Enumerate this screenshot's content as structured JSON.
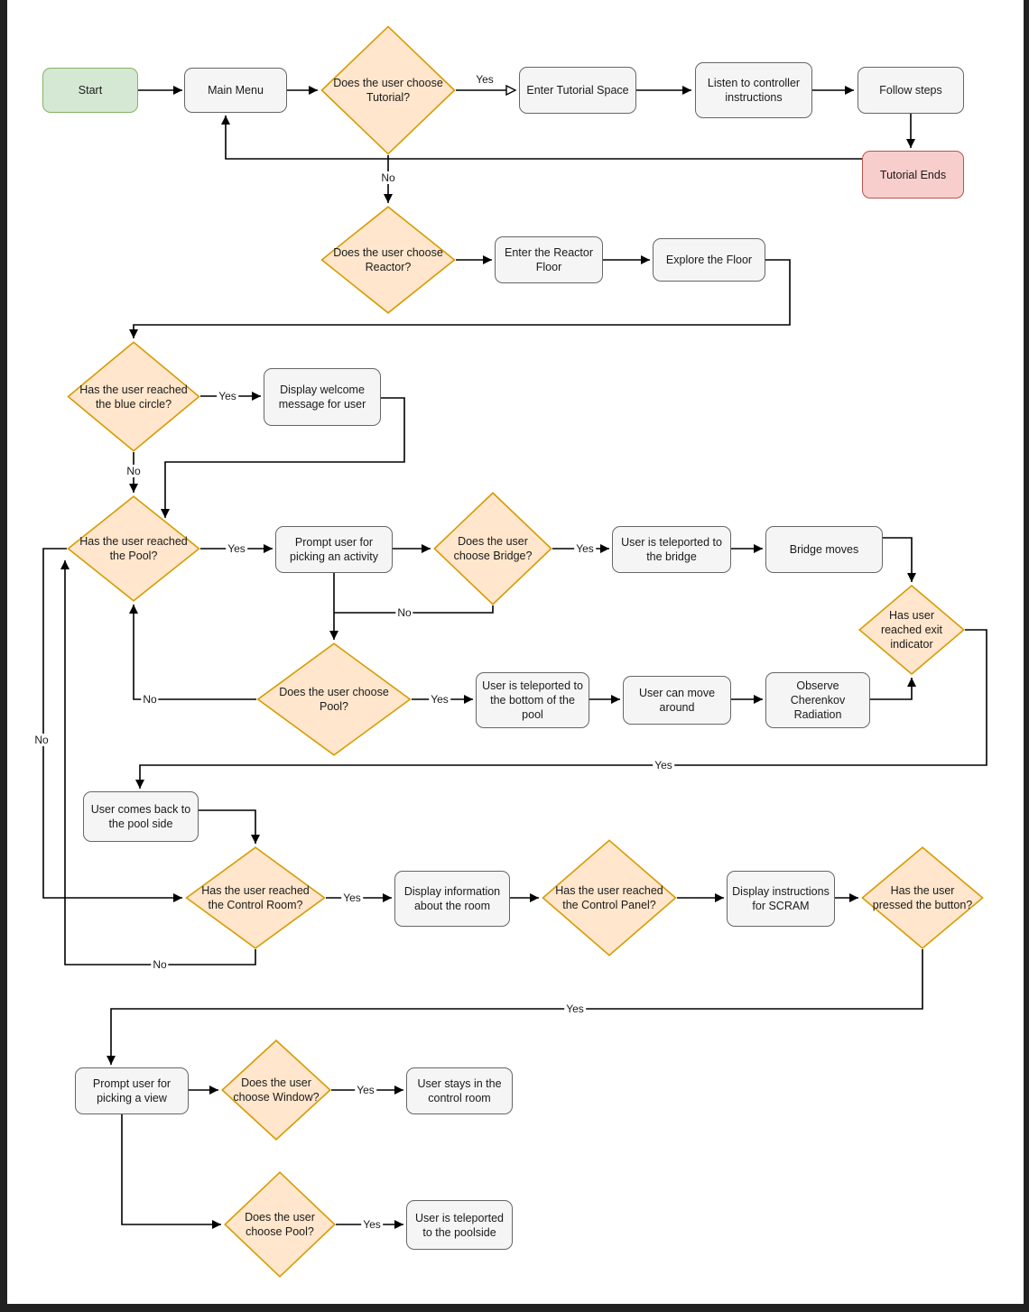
{
  "diagram": {
    "type": "flowchart",
    "description": "VR nuclear reactor experience user flow"
  },
  "colors": {
    "frame_background": "#212121",
    "canvas_background": "#ffffff",
    "decision_fill": "#FFE6CC",
    "decision_border": "#D79B00",
    "process_fill": "#F5F5F5",
    "process_border": "#666666",
    "start_fill": "#D5E8D4",
    "start_border": "#82B366",
    "terminator_fill": "#F8CECC",
    "terminator_border": "#B85450",
    "edge_color": "#000000"
  },
  "nodes": {
    "start": {
      "type": "start",
      "label": "Start"
    },
    "main_menu": {
      "type": "process",
      "label": "Main Menu"
    },
    "tutorial_q": {
      "type": "decision",
      "label": "Does the user choose Tutorial?"
    },
    "enter_tutorial": {
      "type": "process",
      "label": "Enter Tutorial Space"
    },
    "listen_controller": {
      "type": "process",
      "label": "Listen to controller instructions"
    },
    "follow_steps": {
      "type": "process",
      "label": "Follow steps"
    },
    "tutorial_ends": {
      "type": "terminator",
      "label": "Tutorial Ends"
    },
    "reactor_q": {
      "type": "decision",
      "label": "Does the user choose Reactor?"
    },
    "enter_reactor": {
      "type": "process",
      "label": "Enter the Reactor Floor"
    },
    "explore_floor": {
      "type": "process",
      "label": "Explore the Floor"
    },
    "blue_circle_q": {
      "type": "decision",
      "label": "Has the user reached the blue circle?"
    },
    "display_welcome": {
      "type": "process",
      "label": "Display welcome message for user"
    },
    "pool_reach_q": {
      "type": "decision",
      "label": "Has the user reached the Pool?"
    },
    "prompt_activity": {
      "type": "process",
      "label": "Prompt user for picking an activity"
    },
    "bridge_q": {
      "type": "decision",
      "label": "Does the user choose Bridge?"
    },
    "teleport_bridge": {
      "type": "process",
      "label": "User is teleported to the bridge"
    },
    "bridge_moves": {
      "type": "process",
      "label": "Bridge moves"
    },
    "exit_q": {
      "type": "decision",
      "label": "Has user reached exit indicator"
    },
    "pool_choice_q": {
      "type": "decision",
      "label": "Does the user choose Pool?"
    },
    "teleport_pool_bottom": {
      "type": "process",
      "label": "User is teleported to the bottom of the pool"
    },
    "move_around": {
      "type": "process",
      "label": "User can move around"
    },
    "observe_cherenkov": {
      "type": "process",
      "label": "Observe Cherenkov Radiation"
    },
    "comes_back": {
      "type": "process",
      "label": "User comes back to the pool side"
    },
    "control_room_q": {
      "type": "decision",
      "label": "Has the user reached the Control Room?"
    },
    "display_info_room": {
      "type": "process",
      "label": "Display information about the room"
    },
    "control_panel_q": {
      "type": "decision",
      "label": "Has the user reached the Control Panel?"
    },
    "display_scram": {
      "type": "process",
      "label": "Display instructions for SCRAM"
    },
    "pressed_q": {
      "type": "decision",
      "label": "Has the user pressed the button?"
    },
    "prompt_view": {
      "type": "process",
      "label": "Prompt user for picking a view"
    },
    "window_q": {
      "type": "decision",
      "label": "Does the user choose Window?"
    },
    "stays_control": {
      "type": "process",
      "label": "User stays in the control room"
    },
    "pool_view_q": {
      "type": "decision",
      "label": "Does the user choose Pool?"
    },
    "teleport_poolside": {
      "type": "process",
      "label": "User is teleported to the poolside"
    }
  },
  "edges": [
    {
      "from": "start",
      "to": "main_menu",
      "label": ""
    },
    {
      "from": "main_menu",
      "to": "tutorial_q",
      "label": ""
    },
    {
      "from": "tutorial_q",
      "to": "enter_tutorial",
      "label": "Yes"
    },
    {
      "from": "enter_tutorial",
      "to": "listen_controller",
      "label": ""
    },
    {
      "from": "listen_controller",
      "to": "follow_steps",
      "label": ""
    },
    {
      "from": "follow_steps",
      "to": "tutorial_ends",
      "label": ""
    },
    {
      "from": "tutorial_ends",
      "to": "main_menu",
      "label": ""
    },
    {
      "from": "tutorial_q",
      "to": "reactor_q",
      "label": "No"
    },
    {
      "from": "reactor_q",
      "to": "enter_reactor",
      "label": ""
    },
    {
      "from": "enter_reactor",
      "to": "explore_floor",
      "label": ""
    },
    {
      "from": "explore_floor",
      "to": "blue_circle_q",
      "label": ""
    },
    {
      "from": "blue_circle_q",
      "to": "display_welcome",
      "label": "Yes"
    },
    {
      "from": "display_welcome",
      "to": "pool_reach_q",
      "label": ""
    },
    {
      "from": "blue_circle_q",
      "to": "pool_reach_q",
      "label": "No"
    },
    {
      "from": "pool_reach_q",
      "to": "prompt_activity",
      "label": "Yes"
    },
    {
      "from": "prompt_activity",
      "to": "bridge_q",
      "label": ""
    },
    {
      "from": "bridge_q",
      "to": "teleport_bridge",
      "label": "Yes"
    },
    {
      "from": "teleport_bridge",
      "to": "bridge_moves",
      "label": ""
    },
    {
      "from": "bridge_moves",
      "to": "exit_q",
      "label": ""
    },
    {
      "from": "bridge_q",
      "to": "pool_choice_q",
      "label": "No"
    },
    {
      "from": "pool_choice_q",
      "to": "teleport_pool_bottom",
      "label": "Yes"
    },
    {
      "from": "pool_choice_q",
      "to": "pool_reach_q",
      "label": "No"
    },
    {
      "from": "teleport_pool_bottom",
      "to": "move_around",
      "label": ""
    },
    {
      "from": "move_around",
      "to": "observe_cherenkov",
      "label": ""
    },
    {
      "from": "observe_cherenkov",
      "to": "exit_q",
      "label": ""
    },
    {
      "from": "exit_q",
      "to": "comes_back",
      "label": "Yes"
    },
    {
      "from": "comes_back",
      "to": "control_room_q",
      "label": ""
    },
    {
      "from": "control_room_q",
      "to": "display_info_room",
      "label": "Yes"
    },
    {
      "from": "display_info_room",
      "to": "control_panel_q",
      "label": ""
    },
    {
      "from": "control_panel_q",
      "to": "display_scram",
      "label": ""
    },
    {
      "from": "display_scram",
      "to": "pressed_q",
      "label": ""
    },
    {
      "from": "control_room_q",
      "to": "pool_reach_q",
      "label": "No"
    },
    {
      "from": "pool_reach_q",
      "to": "control_room_q",
      "label": "No"
    },
    {
      "from": "pressed_q",
      "to": "prompt_view",
      "label": "Yes"
    },
    {
      "from": "prompt_view",
      "to": "window_q",
      "label": ""
    },
    {
      "from": "window_q",
      "to": "stays_control",
      "label": "Yes"
    },
    {
      "from": "prompt_view",
      "to": "pool_view_q",
      "label": ""
    },
    {
      "from": "pool_view_q",
      "to": "teleport_poolside",
      "label": "Yes"
    }
  ]
}
